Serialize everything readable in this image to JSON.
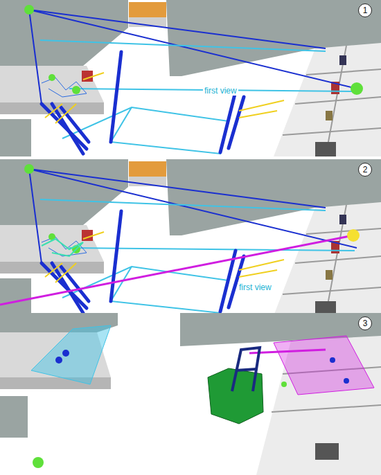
{
  "diagram": {
    "labels": [
      "1",
      "first view",
      "2",
      "first view",
      "3"
    ]
  }
}
